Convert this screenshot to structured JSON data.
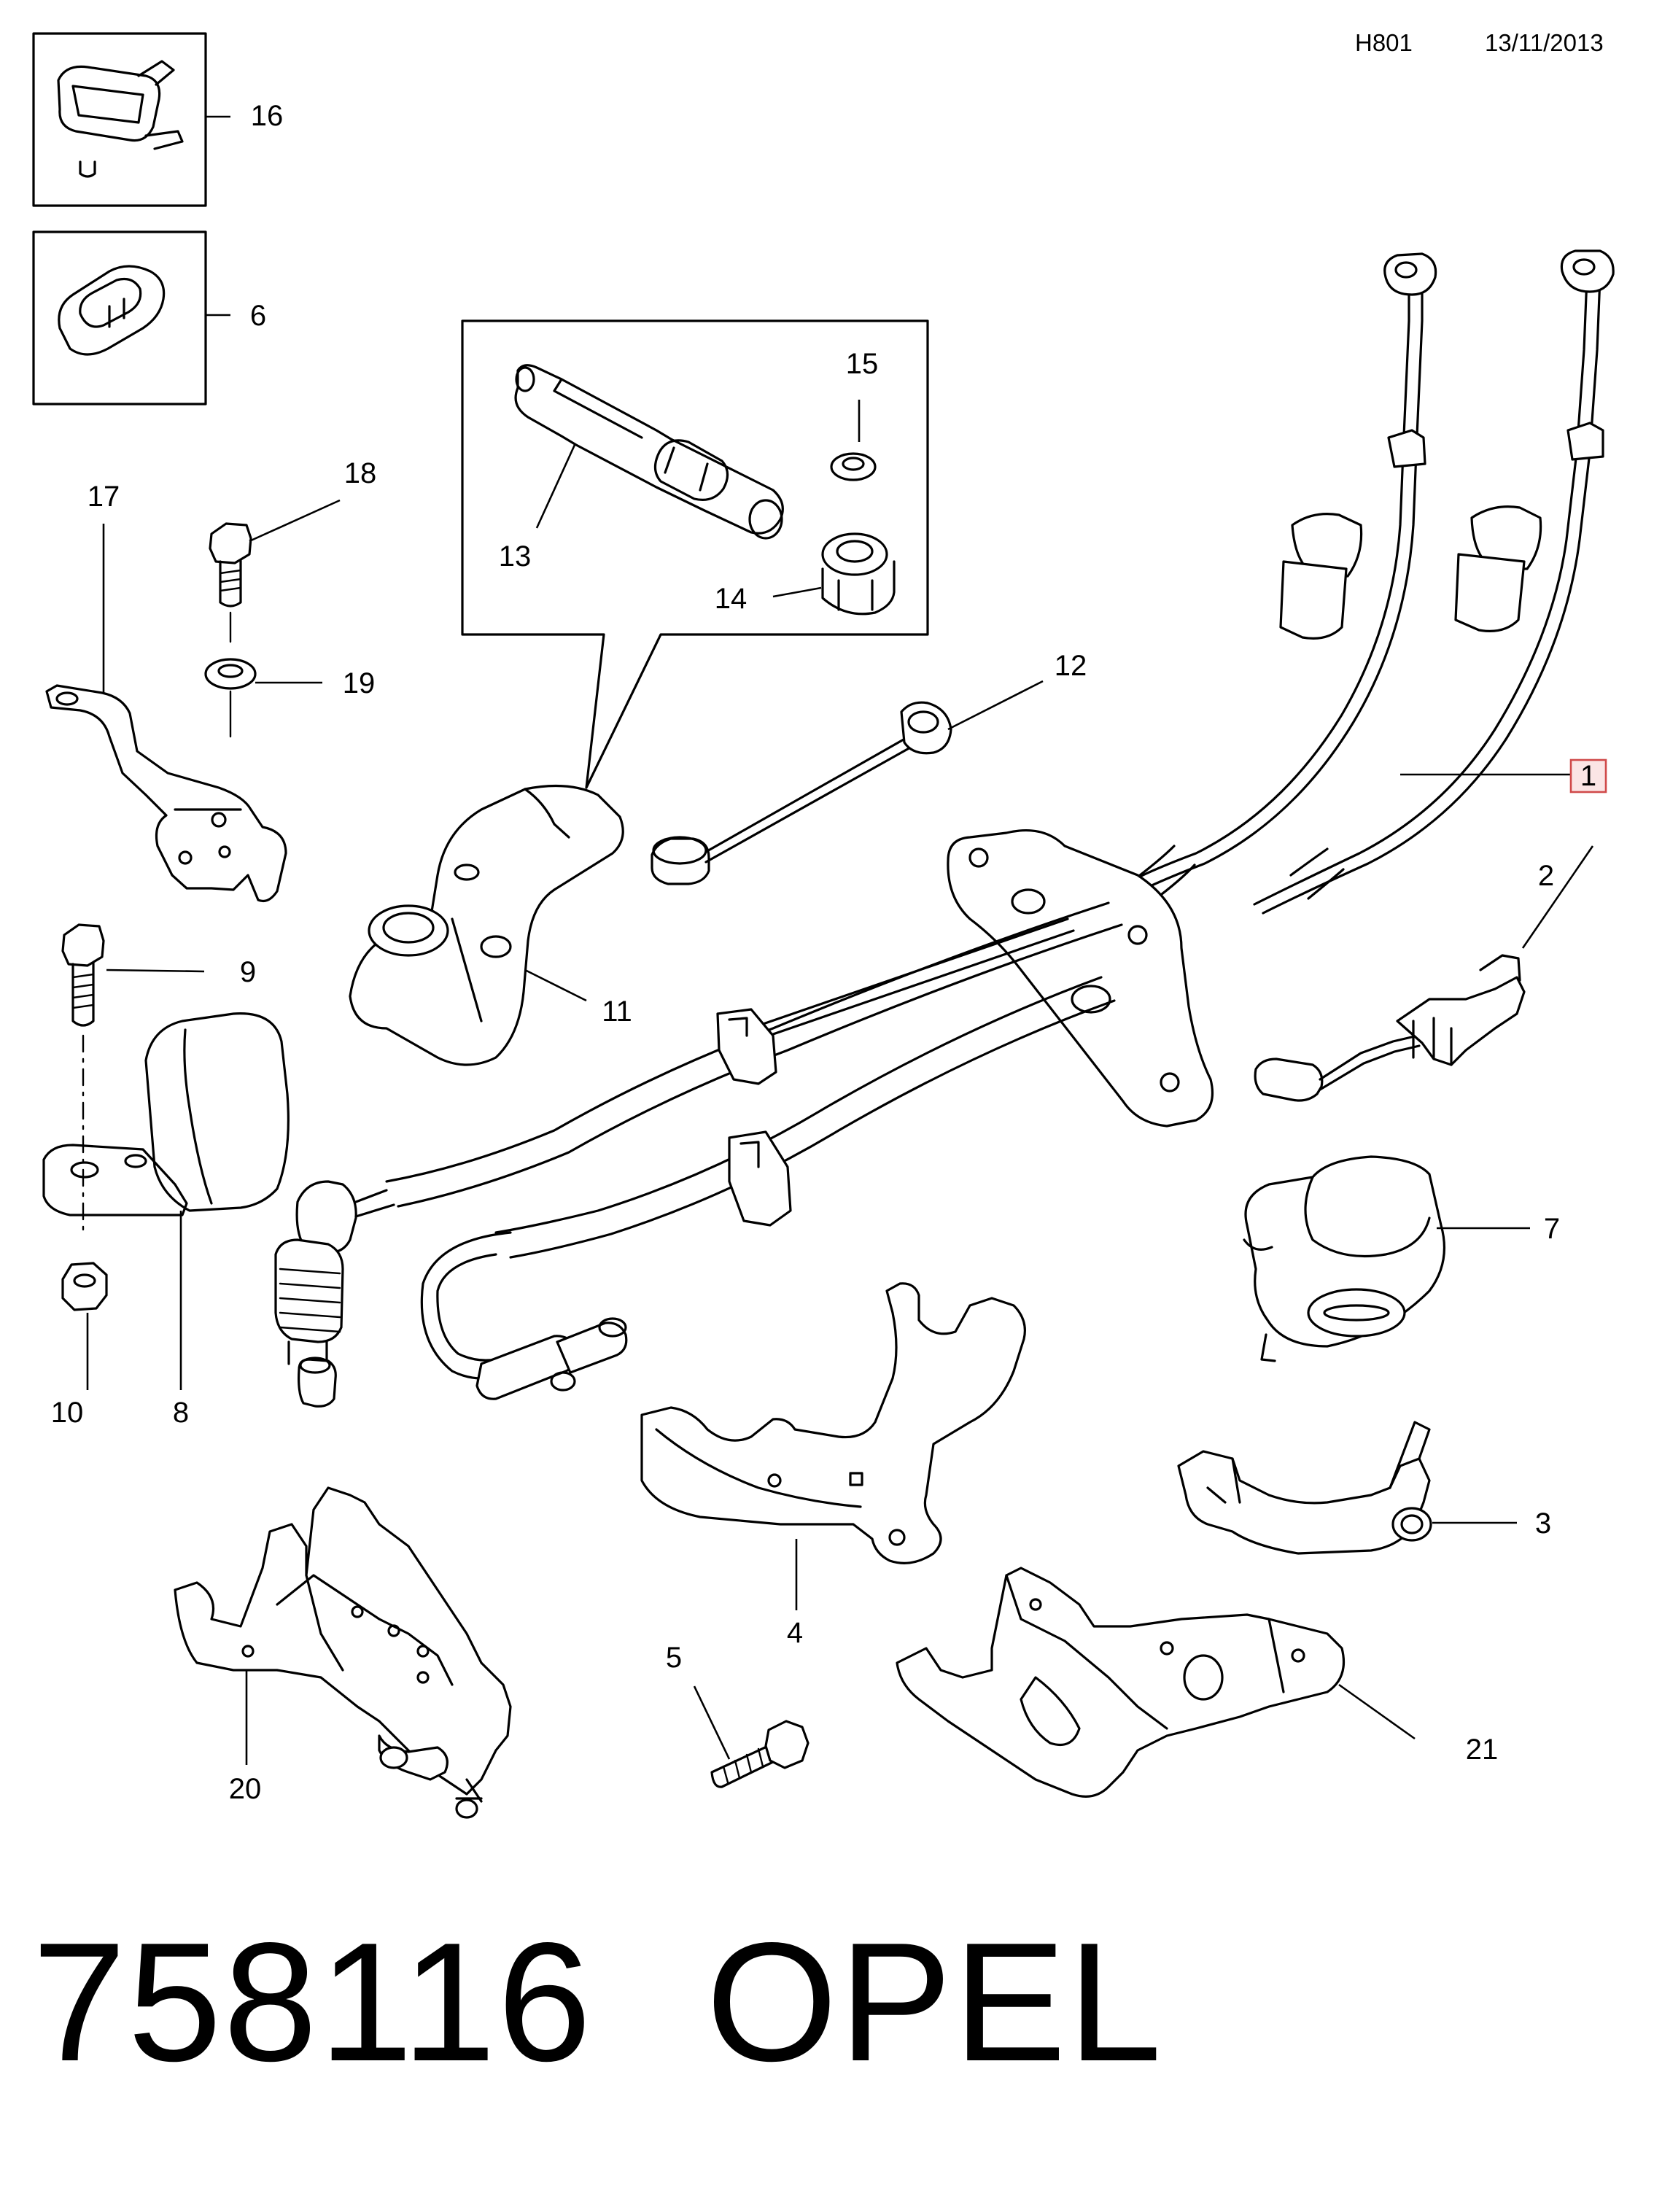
{
  "header": {
    "illustration_code": "H801",
    "date": "13/11/2013"
  },
  "footer": {
    "part_number": "758116",
    "brand": "OPEL"
  },
  "callouts": {
    "c1": "1",
    "c2": "2",
    "c3": "3",
    "c4": "4",
    "c5": "5",
    "c6": "6",
    "c7": "7",
    "c8": "8",
    "c9": "9",
    "c10": "10",
    "c11": "11",
    "c12": "12",
    "c13": "13",
    "c14": "14",
    "c15": "15",
    "c16": "16",
    "c17": "17",
    "c18": "18",
    "c19": "19",
    "c20": "20",
    "c21": "21"
  },
  "highlighted_callout": "1",
  "colors": {
    "line": "#000000",
    "highlight_fill": "#fbe5e5",
    "highlight_stroke": "#d04a4a"
  }
}
